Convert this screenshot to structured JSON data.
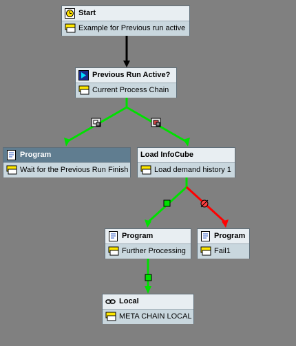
{
  "nodes": {
    "start": {
      "title": "Start",
      "subtitle": "Example for Previous run active",
      "icon": "clock-icon"
    },
    "previous_run": {
      "title": "Previous Run Active?",
      "subtitle": "Current Process Chain",
      "icon": "decision-icon"
    },
    "program_wait": {
      "title": "Program",
      "subtitle": "Wait for the Previous Run Finish",
      "icon": "program-icon"
    },
    "load_infocube": {
      "title": "Load InfoCube",
      "subtitle": "Load demand history 1",
      "icon": "none"
    },
    "program_further": {
      "title": "Program",
      "subtitle": "Further Processing",
      "icon": "program-icon"
    },
    "program_fail": {
      "title": "Program",
      "subtitle": "Fail1",
      "icon": "program-icon"
    },
    "local": {
      "title": "Local",
      "subtitle": "META CHAIN LOCAL",
      "icon": "chain-link-icon"
    }
  },
  "colors": {
    "background": "#808080",
    "success_edge": "#00e000",
    "fail_edge": "#ff0000",
    "neutral_edge": "#000000",
    "header_bg": "#e8eef2",
    "subtitle_bg": "#c9d7de",
    "selected_header_bg": "#607d90"
  }
}
